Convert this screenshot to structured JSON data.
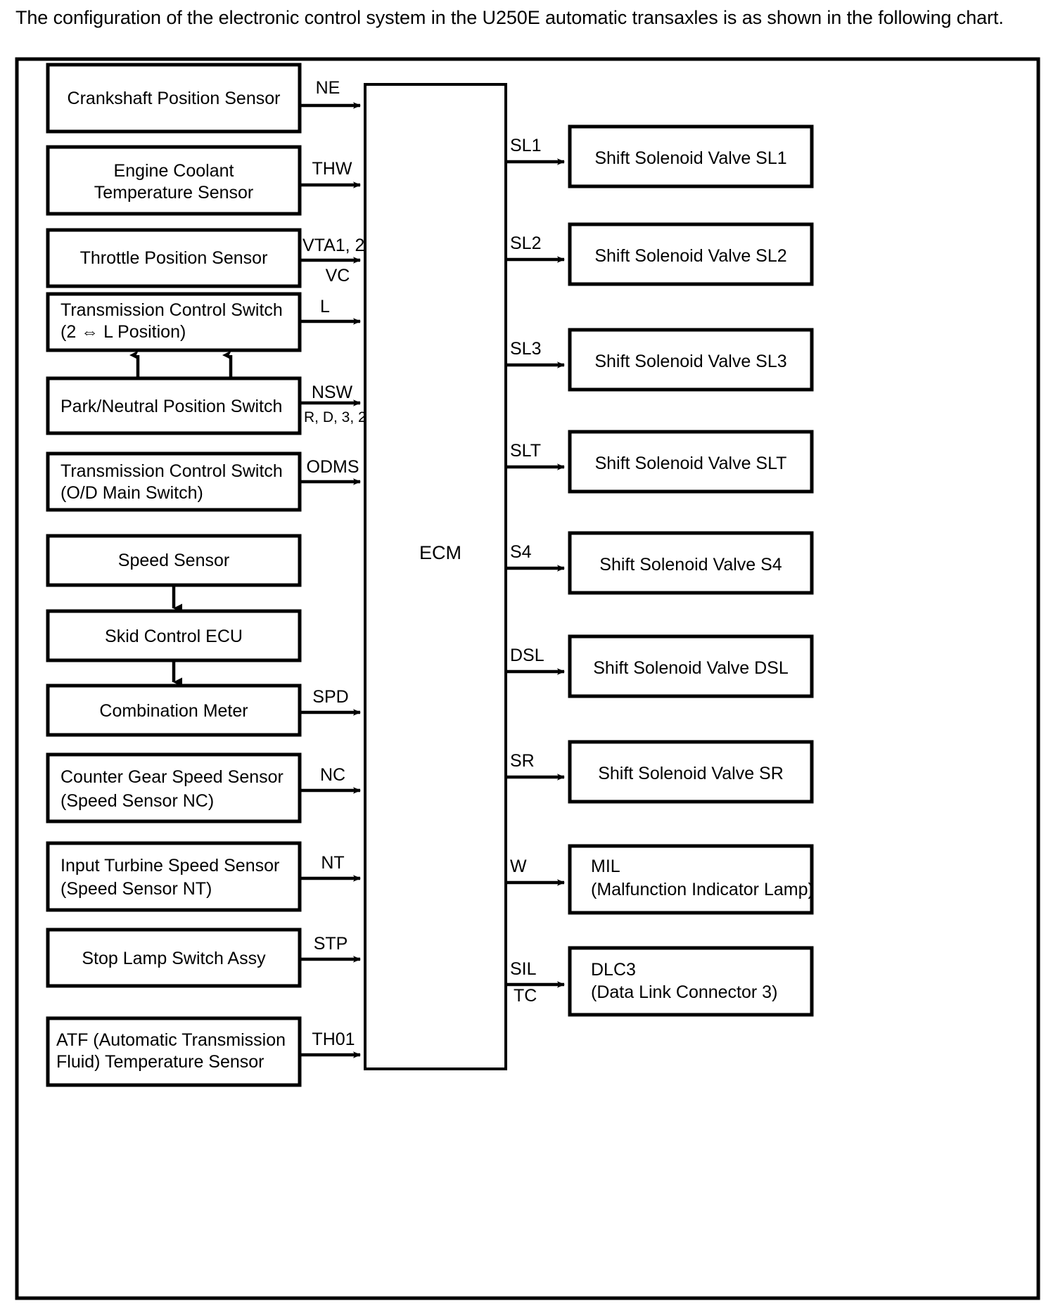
{
  "intro": {
    "text": "The configuration of the electronic control system in the U250E automatic transaxles is as shown in the following chart."
  },
  "diagram": {
    "title": "U250E automatic transaxle electronic control system configuration",
    "ecm": {
      "label": "ECM"
    },
    "inputs": [
      {
        "id": "crankshaft-position-sensor",
        "lines": [
          "Crankshaft Position Sensor"
        ],
        "align": "center",
        "signal": {
          "primary": "NE",
          "secondary": ""
        }
      },
      {
        "id": "engine-coolant-temperature-sensor",
        "lines": [
          "Engine Coolant",
          "Temperature Sensor"
        ],
        "align": "center",
        "signal": {
          "primary": "THW",
          "secondary": ""
        }
      },
      {
        "id": "throttle-position-sensor",
        "lines": [
          "Throttle Position Sensor"
        ],
        "align": "center",
        "signal": {
          "primary": "VTA1, 2",
          "secondary": "VC"
        }
      },
      {
        "id": "transmission-control-switch-l-position",
        "lines": [
          "Transmission Control Switch",
          "(2 ⇔ L Position)"
        ],
        "align": "left",
        "signal": {
          "primary": "L",
          "secondary": ""
        }
      },
      {
        "id": "park-neutral-position-switch",
        "lines": [
          "Park/Neutral Position Switch"
        ],
        "align": "left",
        "signal": {
          "primary": "NSW",
          "secondary": "R, D, 3, 2"
        }
      },
      {
        "id": "transmission-control-switch-od-main",
        "lines": [
          "Transmission Control Switch",
          "(O/D Main Switch)"
        ],
        "align": "left",
        "signal": {
          "primary": "ODMS",
          "secondary": ""
        }
      },
      {
        "id": "speed-sensor",
        "lines": [
          "Speed Sensor"
        ],
        "align": "center",
        "signal": {
          "primary": "",
          "secondary": ""
        }
      },
      {
        "id": "skid-control-ecu",
        "lines": [
          "Skid Control ECU"
        ],
        "align": "center",
        "signal": {
          "primary": "",
          "secondary": ""
        }
      },
      {
        "id": "combination-meter",
        "lines": [
          "Combination Meter"
        ],
        "align": "center",
        "signal": {
          "primary": "SPD",
          "secondary": ""
        }
      },
      {
        "id": "counter-gear-speed-sensor",
        "lines": [
          "Counter Gear Speed Sensor",
          "(Speed Sensor NC)"
        ],
        "align": "left",
        "signal": {
          "primary": "NC",
          "secondary": ""
        }
      },
      {
        "id": "input-turbine-speed-sensor",
        "lines": [
          "Input Turbine Speed Sensor",
          "(Speed Sensor NT)"
        ],
        "align": "left",
        "signal": {
          "primary": "NT",
          "secondary": ""
        }
      },
      {
        "id": "stop-lamp-switch-assy",
        "lines": [
          "Stop Lamp Switch Assy"
        ],
        "align": "center",
        "signal": {
          "primary": "STP",
          "secondary": ""
        }
      },
      {
        "id": "atf-temperature-sensor",
        "lines": [
          "ATF (Automatic Transmission",
          "Fluid) Temperature Sensor"
        ],
        "align": "left",
        "signal": {
          "primary": "TH01",
          "secondary": ""
        }
      }
    ],
    "outputs": [
      {
        "id": "shift-solenoid-valve-sl1",
        "lines": [
          "Shift Solenoid Valve SL1"
        ],
        "align": "center",
        "signal": {
          "primary": "SL1",
          "secondary": ""
        }
      },
      {
        "id": "shift-solenoid-valve-sl2",
        "lines": [
          "Shift Solenoid Valve SL2"
        ],
        "align": "center",
        "signal": {
          "primary": "SL2",
          "secondary": ""
        }
      },
      {
        "id": "shift-solenoid-valve-sl3",
        "lines": [
          "Shift Solenoid Valve SL3"
        ],
        "align": "center",
        "signal": {
          "primary": "SL3",
          "secondary": ""
        }
      },
      {
        "id": "shift-solenoid-valve-slt",
        "lines": [
          "Shift Solenoid Valve SLT"
        ],
        "align": "center",
        "signal": {
          "primary": "SLT",
          "secondary": ""
        }
      },
      {
        "id": "shift-solenoid-valve-s4",
        "lines": [
          "Shift Solenoid Valve S4"
        ],
        "align": "center",
        "signal": {
          "primary": "S4",
          "secondary": ""
        }
      },
      {
        "id": "shift-solenoid-valve-dsl",
        "lines": [
          "Shift Solenoid Valve DSL"
        ],
        "align": "center",
        "signal": {
          "primary": "DSL",
          "secondary": ""
        }
      },
      {
        "id": "shift-solenoid-valve-sr",
        "lines": [
          "Shift Solenoid Valve SR"
        ],
        "align": "center",
        "signal": {
          "primary": "SR",
          "secondary": ""
        }
      },
      {
        "id": "mil",
        "lines": [
          "MIL",
          "(Malfunction Indicator Lamp)"
        ],
        "align": "left",
        "signal": {
          "primary": "W",
          "secondary": ""
        }
      },
      {
        "id": "dlc3",
        "lines": [
          "DLC3",
          "(Data Link Connector 3)"
        ],
        "align": "left",
        "signal": {
          "primary": "SIL",
          "secondary": "TC"
        }
      }
    ],
    "internal_links": [
      {
        "from": "park-neutral-position-switch",
        "to": "transmission-control-switch-l-position",
        "direction": "up"
      },
      {
        "from": "speed-sensor",
        "to": "skid-control-ecu",
        "direction": "down"
      },
      {
        "from": "skid-control-ecu",
        "to": "combination-meter",
        "direction": "down"
      }
    ]
  }
}
